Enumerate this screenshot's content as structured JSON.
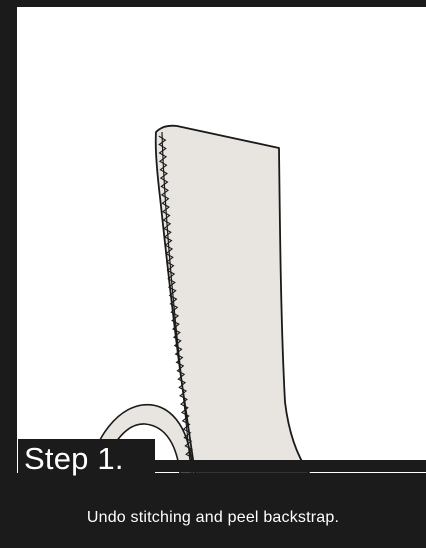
{
  "step": {
    "label": "Step 1.",
    "caption": "Undo stitching and peel backstrap."
  },
  "colors": {
    "frame": "#1b1b1b",
    "panel": "#ffffff",
    "shoe_fill": "#e8e5e0",
    "outline": "#1a1a1a"
  },
  "icons": [
    "shoe-heel-counter-illustration",
    "backstrap-loop",
    "zigzag-stitching"
  ]
}
